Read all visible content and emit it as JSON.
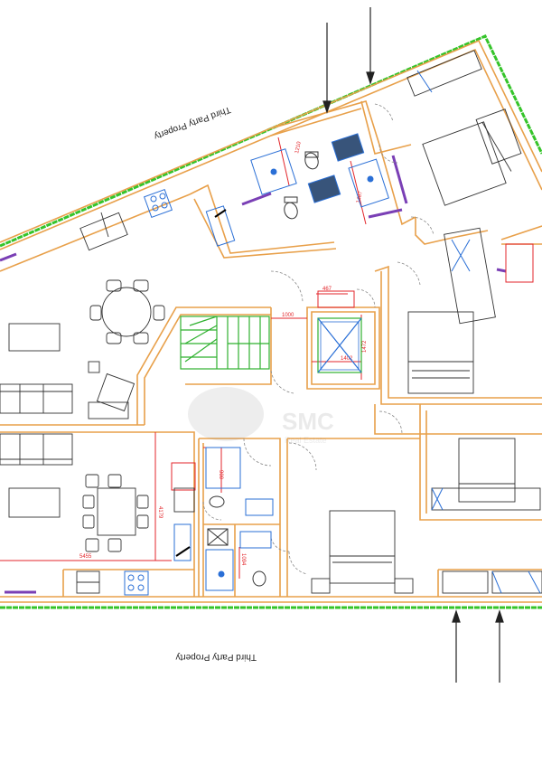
{
  "labels": {
    "third_party_top": "Third Party Property",
    "third_party_bottom": "Third Party Property"
  },
  "dimensions": {
    "d1210": "1210",
    "d1487": "1487",
    "d467": "467",
    "d1000": "1000",
    "d1402": "1402",
    "d1472": "1472",
    "d900": "900",
    "d4179": "4179",
    "d5455": "5455",
    "d1094": "1094"
  },
  "watermark": {
    "brand": "SMC",
    "subtitle": "Real Estate"
  },
  "colors": {
    "walls": "#e8a04a",
    "boundary": "#35c42a",
    "dimension": "#e3262b",
    "furniture": "#333333",
    "fixtures_blue": "#2a6fd6",
    "stairs": "#2fb12f",
    "purple_window": "#7a3fb5"
  }
}
